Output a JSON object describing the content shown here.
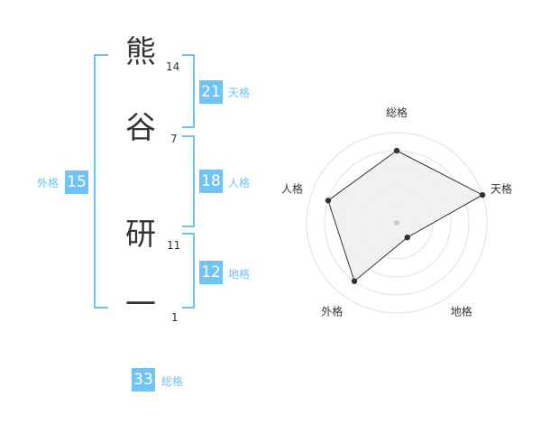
{
  "name": {
    "chars": [
      {
        "char": "熊",
        "strokes": "14"
      },
      {
        "char": "谷",
        "strokes": "7"
      },
      {
        "char": "研",
        "strokes": "11"
      },
      {
        "char": "一",
        "strokes": "1"
      }
    ]
  },
  "fortunes": {
    "tenkaku": {
      "value": "21",
      "label": "天格"
    },
    "jinkaku": {
      "value": "18",
      "label": "人格"
    },
    "chikaku": {
      "value": "12",
      "label": "地格"
    },
    "gaikaku": {
      "value": "15",
      "label": "外格"
    },
    "soukaku": {
      "value": "33",
      "label": "総格"
    }
  },
  "colors": {
    "accent": "#6fc3f5",
    "text": "#333333",
    "grid": "#e0e0e0",
    "fill": "#efefef"
  },
  "chart_data": {
    "type": "radar",
    "axes": [
      "総格",
      "天格",
      "地格",
      "外格",
      "人格"
    ],
    "levels": 5,
    "scale": [
      0,
      5
    ],
    "values": [
      4,
      5,
      1,
      4,
      4
    ]
  }
}
